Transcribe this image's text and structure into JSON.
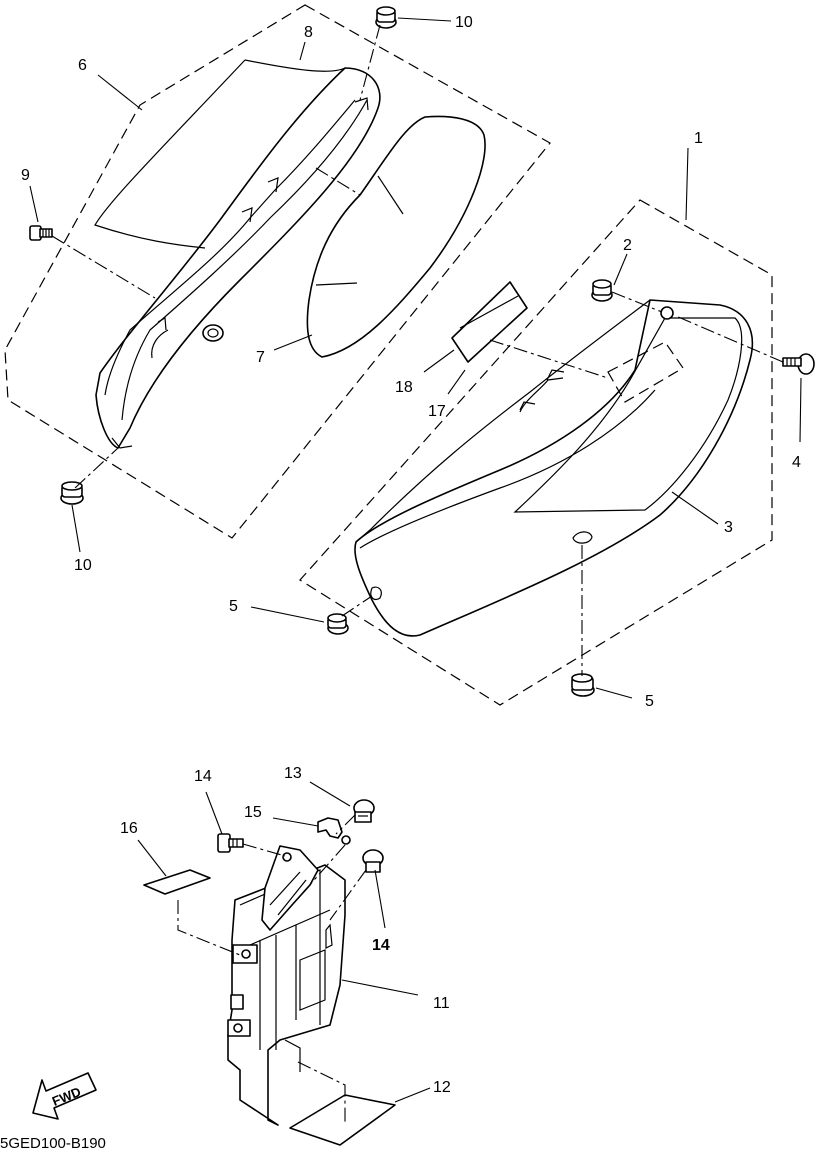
{
  "callouts": {
    "c1": "1",
    "c2": "2",
    "c3": "3",
    "c4": "4",
    "c5a": "5",
    "c5b": "5",
    "c6": "6",
    "c7": "7",
    "c8": "8",
    "c9": "9",
    "c10a": "10",
    "c10b": "10",
    "c11": "11",
    "c12": "12",
    "c13": "13",
    "c14a": "14",
    "c14b": "14",
    "c15": "15",
    "c16": "16",
    "c17": "17",
    "c18": "18"
  },
  "fwd_label": "FWD",
  "diagram_code": "5GED100-B190"
}
